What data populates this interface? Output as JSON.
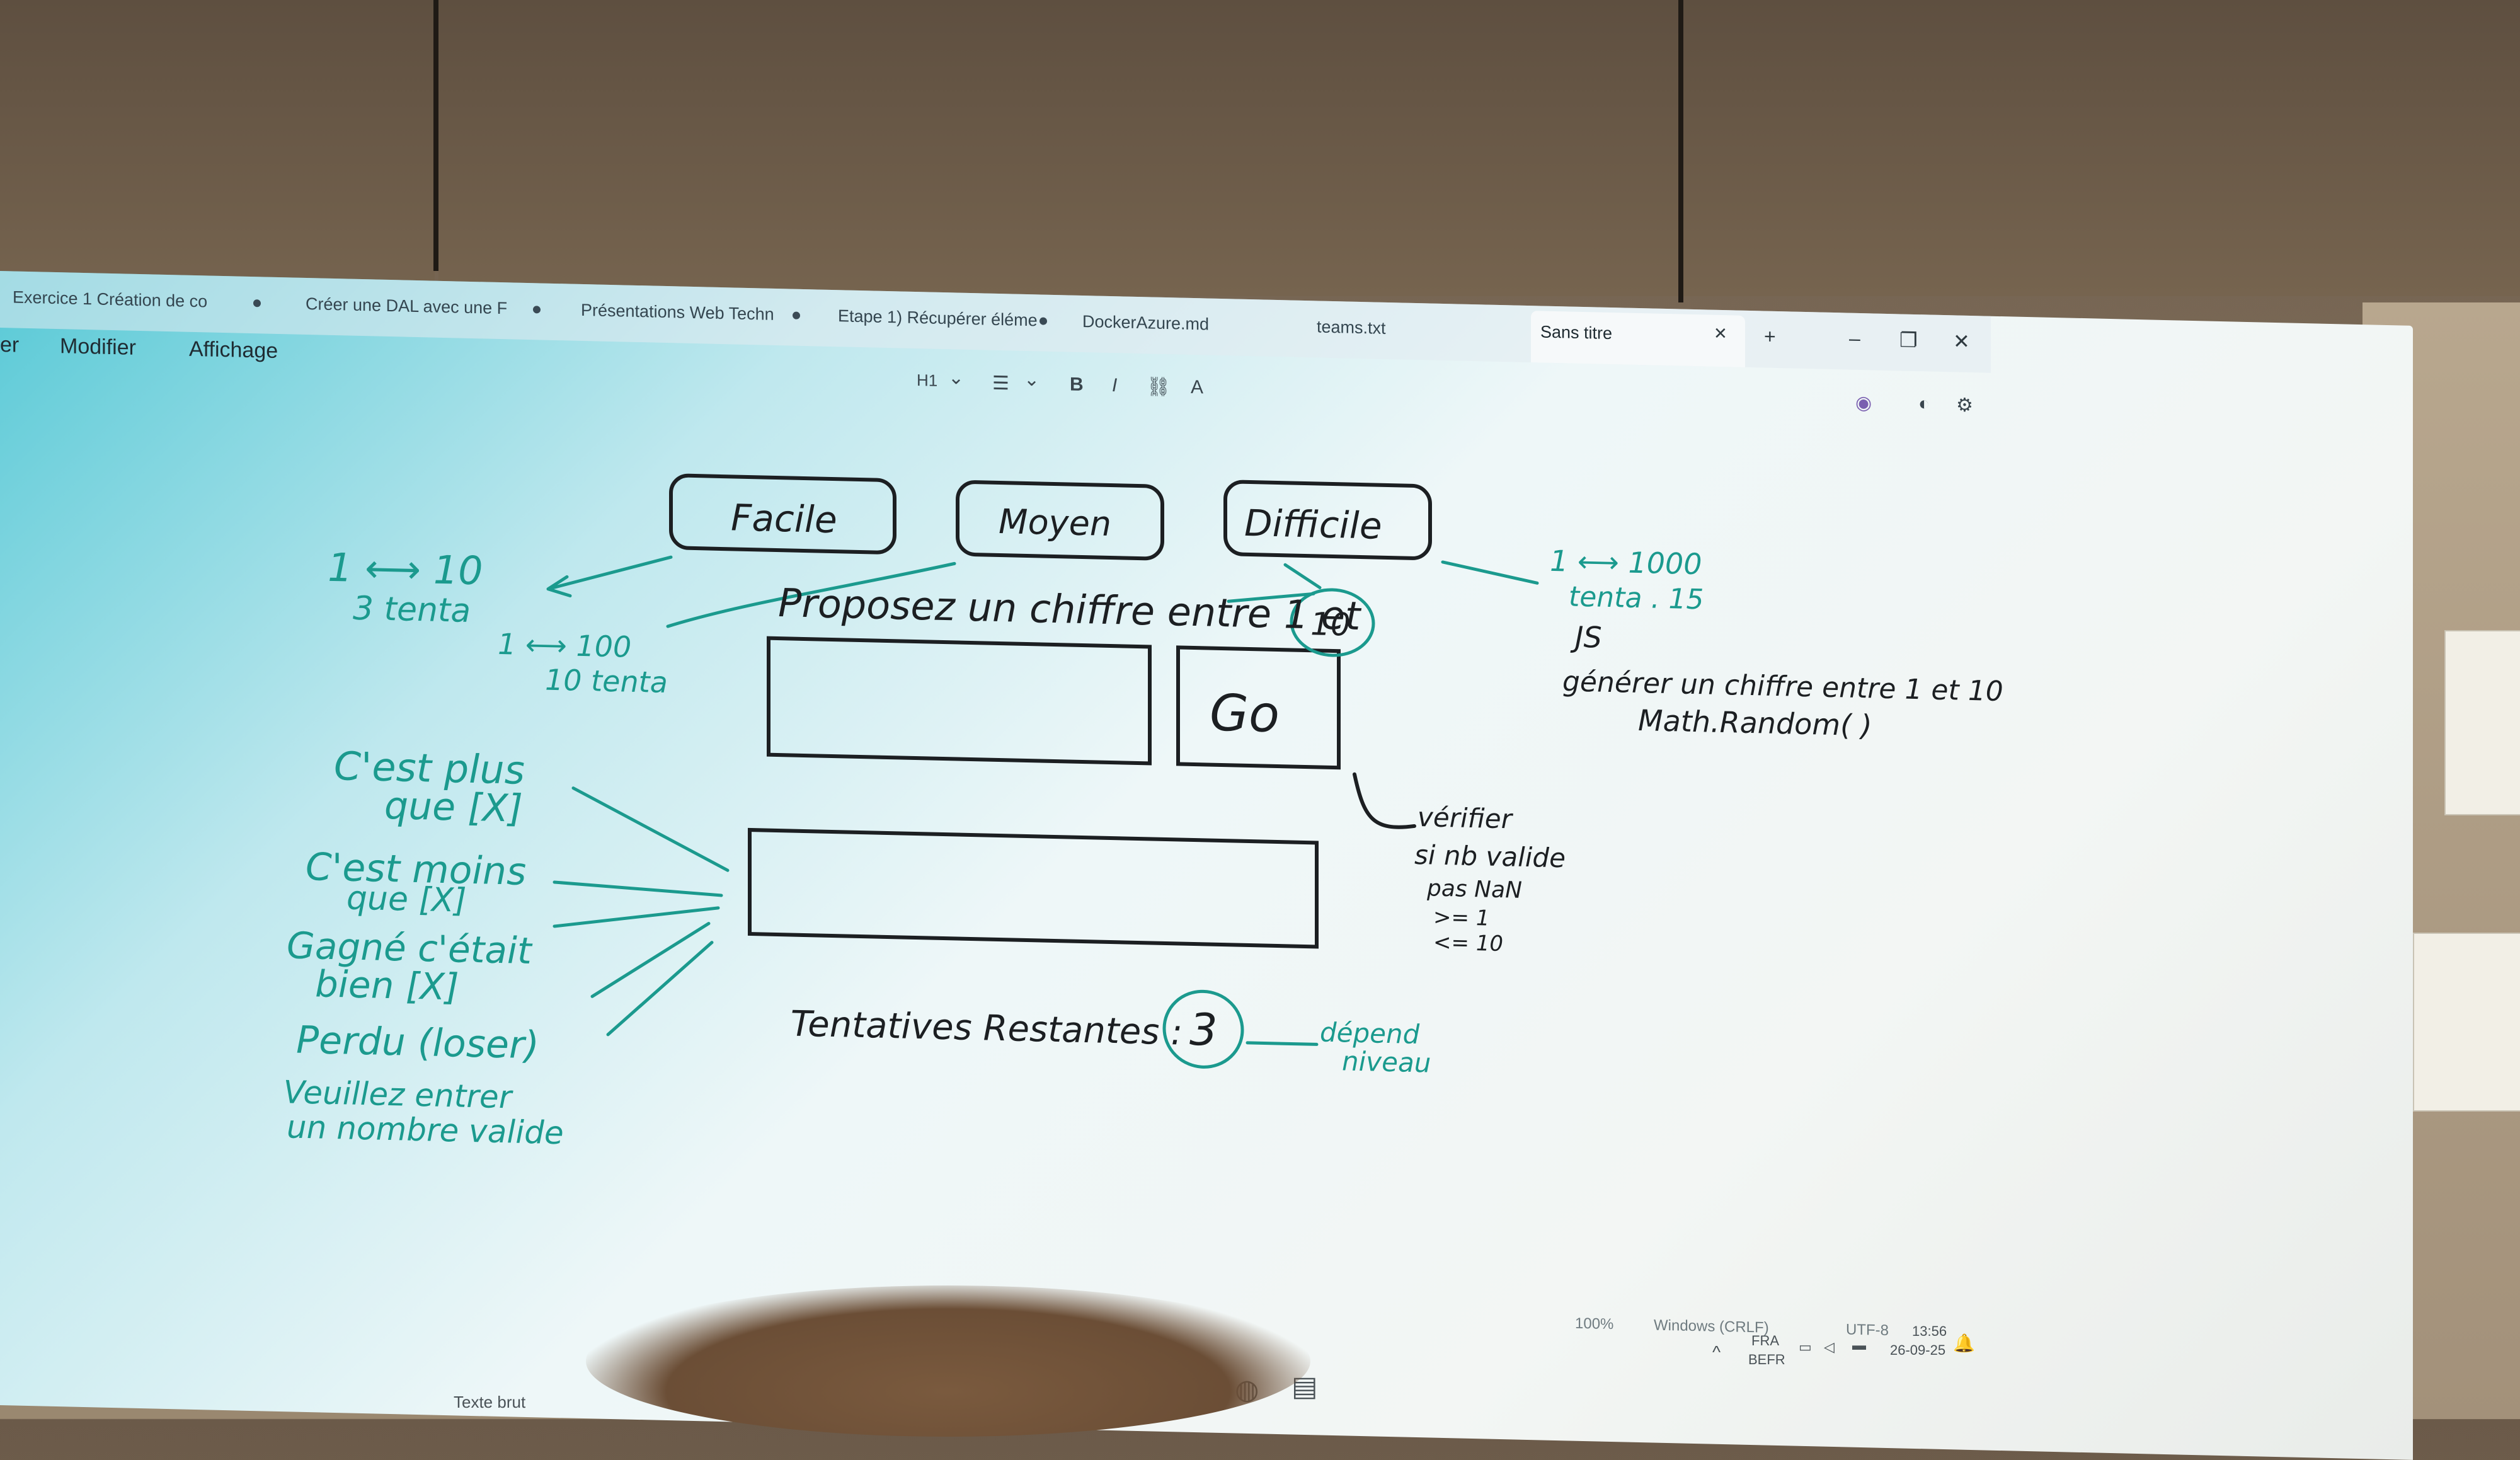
{
  "tabs": [
    {
      "label": "Exercice 1  Création de co"
    },
    {
      "label": "Créer une DAL avec une F"
    },
    {
      "label": "Présentations Web Techn"
    },
    {
      "label": "Etape 1) Récupérer éléme"
    },
    {
      "label": "DockerAzure.md"
    },
    {
      "label": "teams.txt"
    },
    {
      "label": "Sans titre"
    }
  ],
  "window": {
    "new_tab": "+",
    "minimize": "–",
    "restore": "❐",
    "close": "✕",
    "tab_close": "✕"
  },
  "menu": {
    "file_partial": "er",
    "edit": "Modifier",
    "view": "Affichage"
  },
  "toolbar": {
    "heading": "H1",
    "heading_chevron": "⌄",
    "list": "☰",
    "list_chevron": "⌄",
    "bold": "B",
    "italic": "I",
    "link": "⛓",
    "clear": "A"
  },
  "status": {
    "zoom": "100%",
    "line_endings": "Windows (CRLF)",
    "encoding": "UTF-8",
    "format": "Texte brut"
  },
  "taskbar": {
    "lang1": "FRA",
    "lang2": "BEFR",
    "time": "13:56",
    "date": "26-09-25",
    "chevron": "^"
  },
  "sketch": {
    "buttons": {
      "easy": "Facile",
      "medium": "Moyen",
      "hard": "Difficile"
    },
    "prompt": "Proposez un chiffre entre 1 et",
    "prompt_max": "10",
    "go": "Go",
    "attempts_label": "Tentatives Restantes :",
    "attempts_value": "3",
    "notes": {
      "easy_range": "1 ⟷ 10",
      "easy_tries": "3 tenta",
      "medium_range": "1 ⟷ 100",
      "medium_tries": "10 tenta",
      "hard_range": "1 ⟷ 1000",
      "hard_tries": "tenta . 15",
      "js": "JS",
      "js_generate": "générer un chiffre entre 1 et 10",
      "js_random": "Math.Random( )",
      "verify": "vérifier",
      "verify_valid": "si nb valide",
      "verify_nan": "pas NaN",
      "verify_ge": ">= 1",
      "verify_le": "<= 10",
      "depends_1": "dépend",
      "depends_2": "niveau",
      "msg_more_1": "C'est plus",
      "msg_more_2": "que [X]",
      "msg_less_1": "C'est moins",
      "msg_less_2": "que [X]",
      "msg_win_1": "Gagné c'était",
      "msg_win_2": "bien [X]",
      "msg_lose": "Perdu (loser)",
      "msg_invalid_1": "Veuillez entrer",
      "msg_invalid_2": "un nombre valide"
    }
  },
  "colors": {
    "ink_black": "#1c1f22",
    "ink_teal": "#1b9a8e",
    "accent": "#2f8fd0"
  }
}
